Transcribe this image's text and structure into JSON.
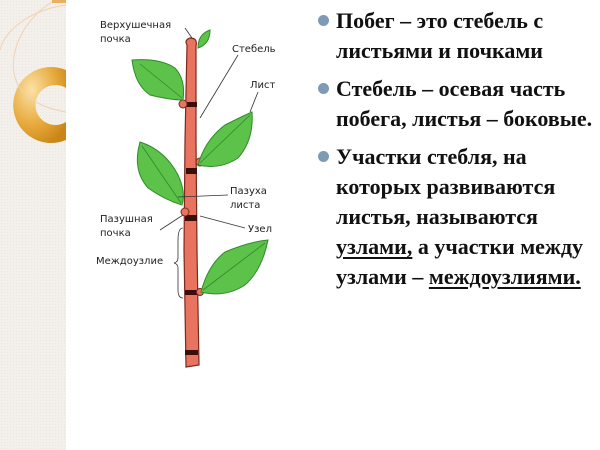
{
  "diagram": {
    "labels": {
      "apical_bud_1": "Верхушечная",
      "apical_bud_2": "почка",
      "stem": "Стебель",
      "leaf": "Лист",
      "leaf_axil_1": "Пазуха",
      "leaf_axil_2": "листа",
      "axillary_bud_1": "Пазушная",
      "axillary_bud_2": "почка",
      "node": "Узел",
      "internode": "Междоузлие"
    },
    "colors": {
      "stem": "#e8735f",
      "stem_outline": "#7a2a1e",
      "node_band": "#3a0f0a",
      "leaf": "#5cc24a",
      "leaf_dark": "#2f8a2a"
    }
  },
  "bullets": [
    {
      "text": "Побег – это стебель с листьями и почками"
    },
    {
      "text": "Стебель – осевая часть побега, листья – боковые."
    },
    {
      "text_before": "Участки стебля, на которых развиваются листья, называются ",
      "underlined_1": "узлами,",
      "text_middle": " а участки между узлами – ",
      "underlined_2": "междоузлиями."
    }
  ],
  "colors": {
    "bullet": "#7f9ab4",
    "accent_ring": "#e0a030"
  }
}
